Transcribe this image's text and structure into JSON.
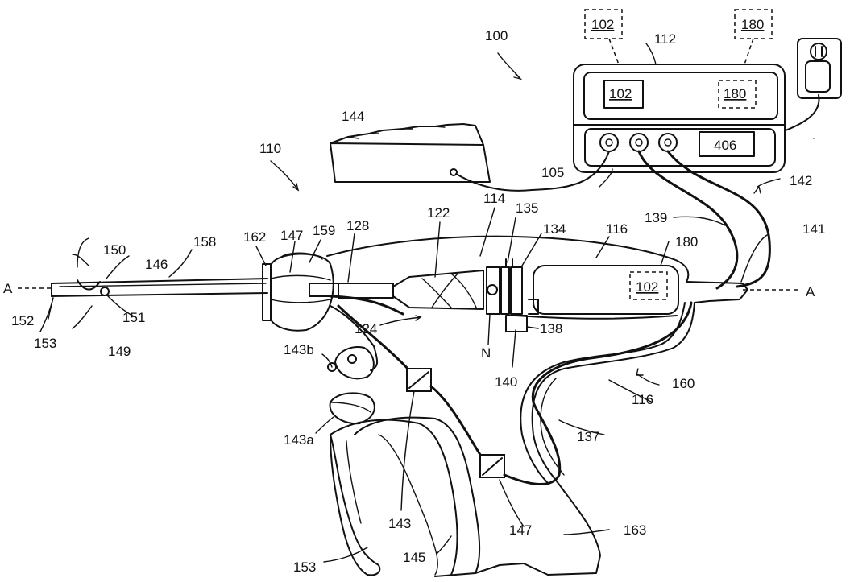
{
  "labels": {
    "l100": "100",
    "l102": "102",
    "l105": "105",
    "l110": "110",
    "l112": "112",
    "l114": "114",
    "l116": "116",
    "l122": "122",
    "l124": "124",
    "l128": "128",
    "l134": "134",
    "l135": "135",
    "l137": "137",
    "l138": "138",
    "l139": "139",
    "l140": "140",
    "l141": "141",
    "l142": "142",
    "l143": "143",
    "l143a": "143a",
    "l143b": "143b",
    "l144": "144",
    "l145": "145",
    "l146": "146",
    "l147": "147",
    "l149": "149",
    "l150": "150",
    "l151": "151",
    "l152": "152",
    "l153": "153",
    "l158": "158",
    "l159": "159",
    "l160": "160",
    "l162": "162",
    "l163": "163",
    "l180": "180",
    "l406": "406",
    "axisA": "A",
    "lN": "N"
  }
}
